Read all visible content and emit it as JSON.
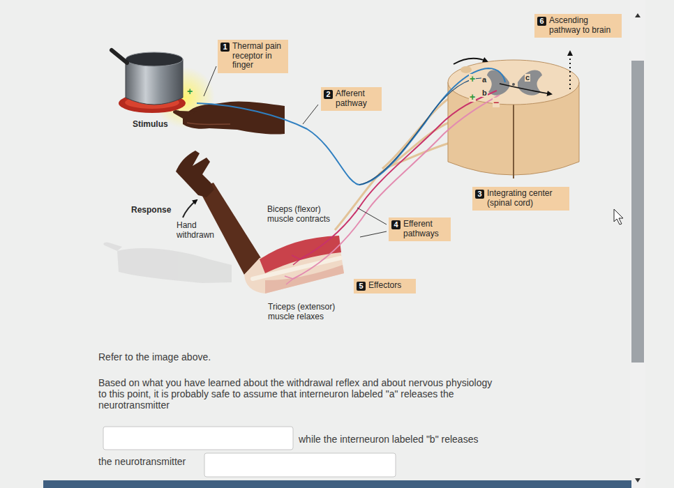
{
  "diagram": {
    "nodes": [
      {
        "text": [
          "1",
          "Thermal pain receptor in finger"
        ]
      },
      {
        "text": [
          "2",
          "Afferent pathway"
        ]
      },
      {
        "text": [
          "3",
          "Integrating center (spinal cord)"
        ]
      },
      {
        "text": [
          "4",
          "Efferent pathways"
        ]
      },
      {
        "text": [
          "5",
          "Effectors"
        ]
      },
      {
        "text": [
          "6",
          "Ascending pathway to brain"
        ]
      }
    ],
    "labels": [
      "Stimulus",
      "Response",
      "Hand withdrawn",
      "Biceps (flexor) muscle contracts",
      "Triceps (extensor) muscle relaxes",
      "+",
      "+",
      "+",
      "−",
      "a",
      "b",
      "c",
      "Refer to the image above.",
      "Based on what you have learned about the withdrawal reflex and about nervous physiology to this point, it is probably safe to assume that interneuron labeled \"a\" releases the neurotransmitter",
      "while the interneuron labeled \"b\" releases",
      "the neurotransmitter"
    ]
  }
}
